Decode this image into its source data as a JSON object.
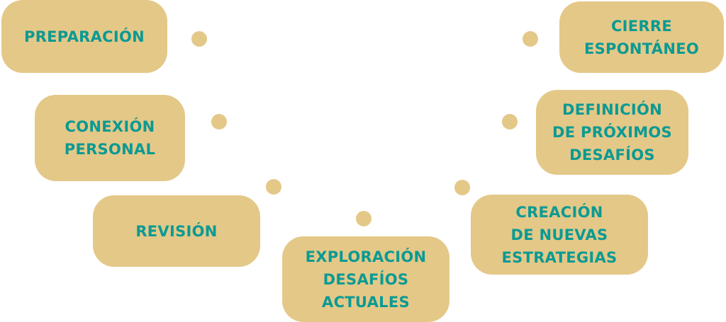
{
  "colors": {
    "box_fill": "#e4c888",
    "text": "#0b9a93",
    "dot": "#e4c888"
  },
  "steps": [
    {
      "label": "PREPARACIÓN"
    },
    {
      "label": "CONEXIÓN\nPERSONAL"
    },
    {
      "label": "REVISIÓN"
    },
    {
      "label": "EXPLORACIÓN\nDESAFÍOS\nACTUALES"
    },
    {
      "label": "CREACIÓN\nDE NUEVAS\nESTRATEGIAS"
    },
    {
      "label": "DEFINICIÓN\nDE PRÓXIMOS\nDESAFÍOS"
    },
    {
      "label": "CIERRE\nESPONTÁNEO"
    }
  ]
}
